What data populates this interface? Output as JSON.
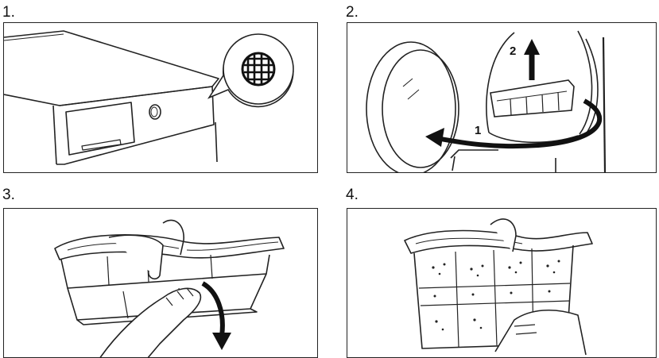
{
  "steps": [
    {
      "number": "1."
    },
    {
      "number": "2.",
      "arrow_labels": [
        "1",
        "2"
      ]
    },
    {
      "number": "3."
    },
    {
      "number": "4."
    }
  ]
}
